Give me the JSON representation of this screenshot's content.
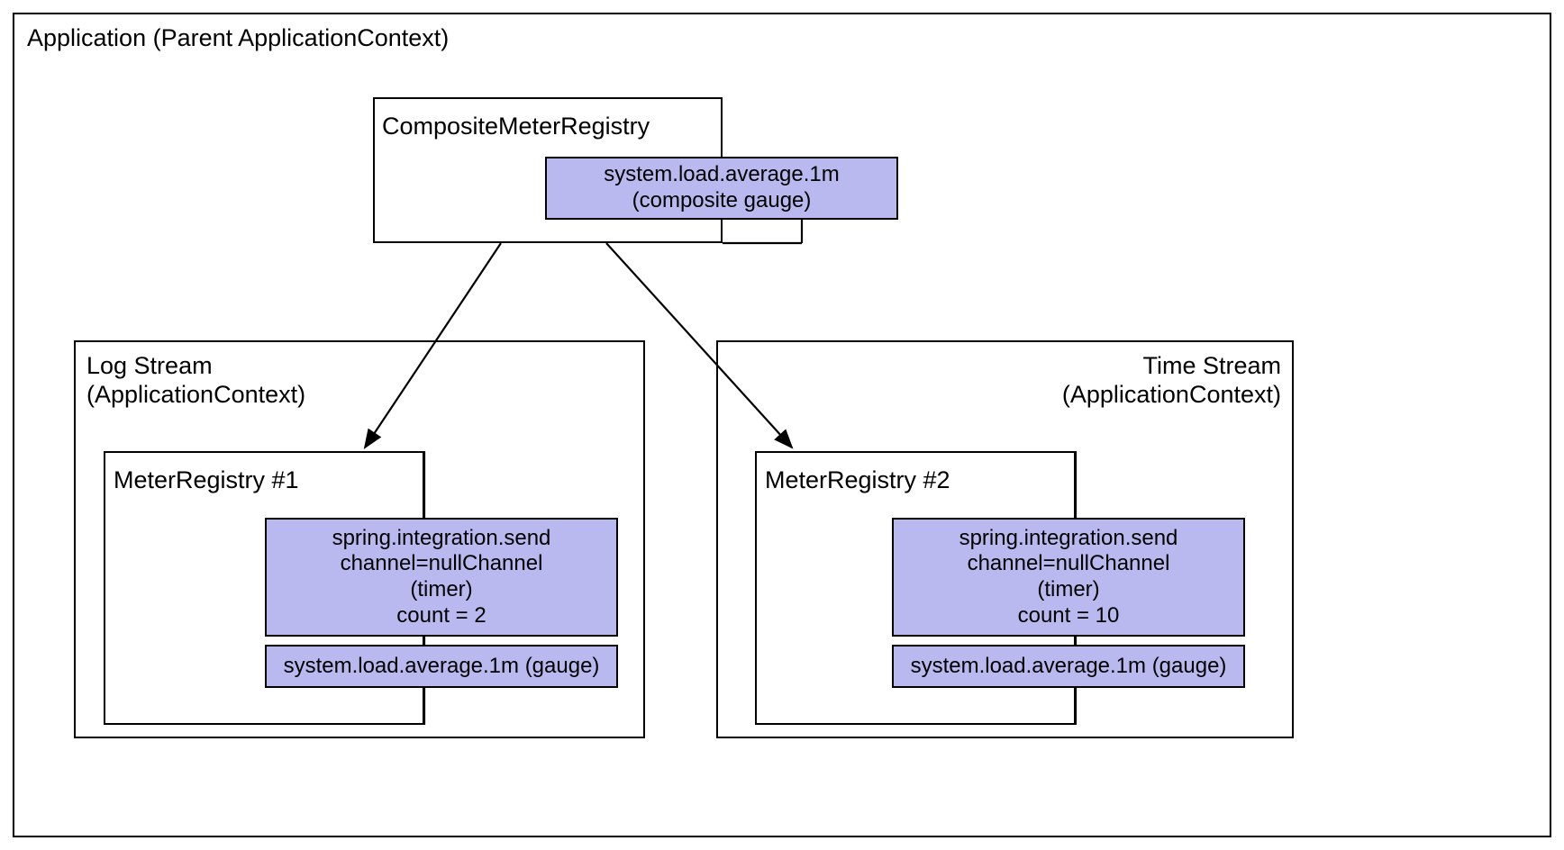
{
  "diagram": {
    "title": "Micrometer composite meter registry across application contexts",
    "background_color": "#ffffff",
    "stroke_color": "#000000",
    "meter_fill_color": "#b9b9f0"
  },
  "application": {
    "label": "Application (Parent ApplicationContext)"
  },
  "composite_registry": {
    "label": "CompositeMeterRegistry",
    "meter": {
      "line1": "system.load.average.1m",
      "line2": "(composite gauge)"
    }
  },
  "log_stream": {
    "label_line1": "Log Stream",
    "label_line2": "(ApplicationContext)",
    "registry": {
      "label": "MeterRegistry #1",
      "timer_meter": {
        "line1": "spring.integration.send",
        "line2": "channel=nullChannel",
        "line3": "(timer)",
        "line4": "count = 2"
      },
      "gauge_meter": {
        "line1": "system.load.average.1m (gauge)"
      }
    }
  },
  "time_stream": {
    "label_line1": "Time Stream",
    "label_line2": "(ApplicationContext)",
    "registry": {
      "label": "MeterRegistry #2",
      "timer_meter": {
        "line1": "spring.integration.send",
        "line2": "channel=nullChannel",
        "line3": "(timer)",
        "line4": "count = 10"
      },
      "gauge_meter": {
        "line1": "system.load.average.1m (gauge)"
      }
    }
  },
  "connectors": {
    "arrow_to_registry_1": "composite-to-meterregistry-1",
    "arrow_to_registry_2": "composite-to-meterregistry-2"
  }
}
